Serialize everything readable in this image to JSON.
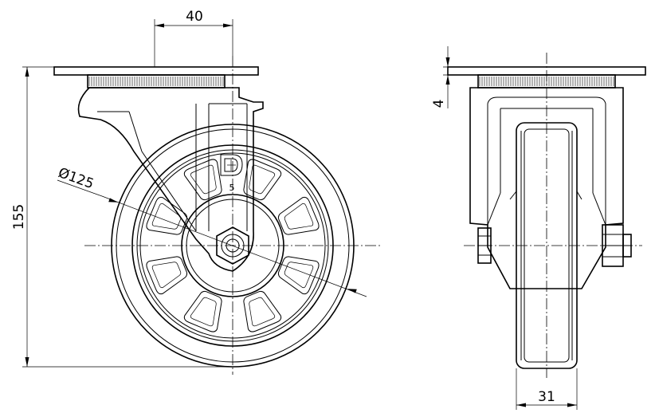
{
  "dimensions": {
    "plate_offset": "40",
    "total_height": "155",
    "wheel_diameter": "Ø125",
    "plate_thickness": "4",
    "wheel_width": "31"
  },
  "logo": {
    "letters": "D",
    "number": "5"
  }
}
